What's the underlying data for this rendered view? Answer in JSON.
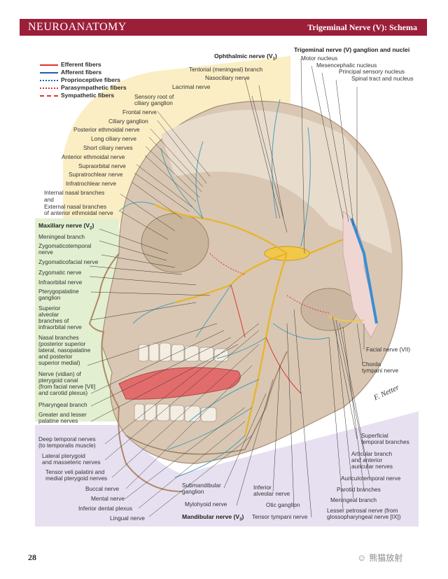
{
  "header": {
    "section": "NEUROANATOMY",
    "topic": "Trigeminal Nerve (V): Schema",
    "color": "#9c1f3a"
  },
  "legend": [
    {
      "label": "Efferent fibers",
      "color": "#e0322c",
      "style": "solid"
    },
    {
      "label": "Afferent fibers",
      "color": "#1e5fa8",
      "style": "solid"
    },
    {
      "label": "Proprioceptive fibers",
      "color": "#1e5fa8",
      "style": "dotted"
    },
    {
      "label": "Parasympathetic fibers",
      "color": "#e0322c",
      "style": "dotted"
    },
    {
      "label": "Sympathetic fibers",
      "color": "#e0322c",
      "style": "dashed"
    }
  ],
  "ophthalmic": {
    "title": "Ophthalmic nerve (V",
    "title_sub": "1",
    "title_end": ")",
    "labels": [
      "Tentorial (meningeal) branch",
      "Nasociliary nerve",
      "Lacrimal nerve",
      "Sensory root of",
      "ciliary ganglion",
      "Frontal nerve",
      "Ciliary ganglion",
      "Posterior ethmoidal nerve",
      "Long ciliary nerve",
      "Short ciliary nerves",
      "Anterior ethmoidal nerve",
      "Supraorbital nerve",
      "Supratrochlear nerve",
      "Infratrochlear nerve",
      "Internal nasal branches",
      "and",
      "External nasal branches",
      "of anterior ethmoidal nerve"
    ]
  },
  "trigeminal": {
    "title": "Trigeminal nerve (V) ganglion and nuclei",
    "labels": [
      "Motor nucleus",
      "Mesencephalic nucleus",
      "Principal sensory nucleus",
      "Spinal tract and nucleus"
    ]
  },
  "maxillary": {
    "title": "Maxillary nerve (V",
    "title_sub": "2",
    "title_end": ")",
    "labels": [
      "Meningeal branch",
      "Zygomaticotemporal",
      "nerve",
      "Zygomaticofacial nerve",
      "Zygomatic nerve",
      "Infraorbital nerve",
      "Pterygopalatine",
      "ganglion",
      "Superior",
      "alveolar",
      "branches of",
      "infraorbital nerve",
      "Nasal branches",
      "(posterior superior",
      "lateral, nasopalatine",
      "and posterior",
      "superior medial)",
      "Nerve (vidian) of",
      "pterygoid canal",
      "(from facial nerve [VII]",
      "and carotid plexus)",
      "Pharyngeal branch",
      "Greater and lesser",
      "palatine nerves"
    ]
  },
  "mandibular": {
    "title": "Mandibular nerve (V",
    "title_sub": "3",
    "title_end": ")",
    "labels": [
      "Deep temporal nerves",
      "(to temporalis muscle)",
      "Lateral pterygoid",
      "and masseteric nerves",
      "Tensor veli palatini and",
      "medial pterygoid nerves",
      "Buccal nerve",
      "Mental nerve",
      "Inferior dental plexus",
      "Lingual nerve",
      "Submandibular",
      "ganglion",
      "Mylohyoid nerve",
      "Inferior",
      "alveolar nerve",
      "Otic ganglion",
      "Tensor tympani nerve",
      "Lesser petrosal nerve (from",
      "glossopharyngeal nerve [IX])",
      "Meningeal branch",
      "Parotid branches",
      "Auriculotemporal nerve",
      "Articular branch",
      "and anterior",
      "auricular nerves",
      "Superficial",
      "temporal branches"
    ]
  },
  "right_labels": [
    "Facial nerve (VII)",
    "Chorda",
    "tympani nerve"
  ],
  "signature": "F. Netter",
  "page_number": "28",
  "watermark": "熊猫放射"
}
